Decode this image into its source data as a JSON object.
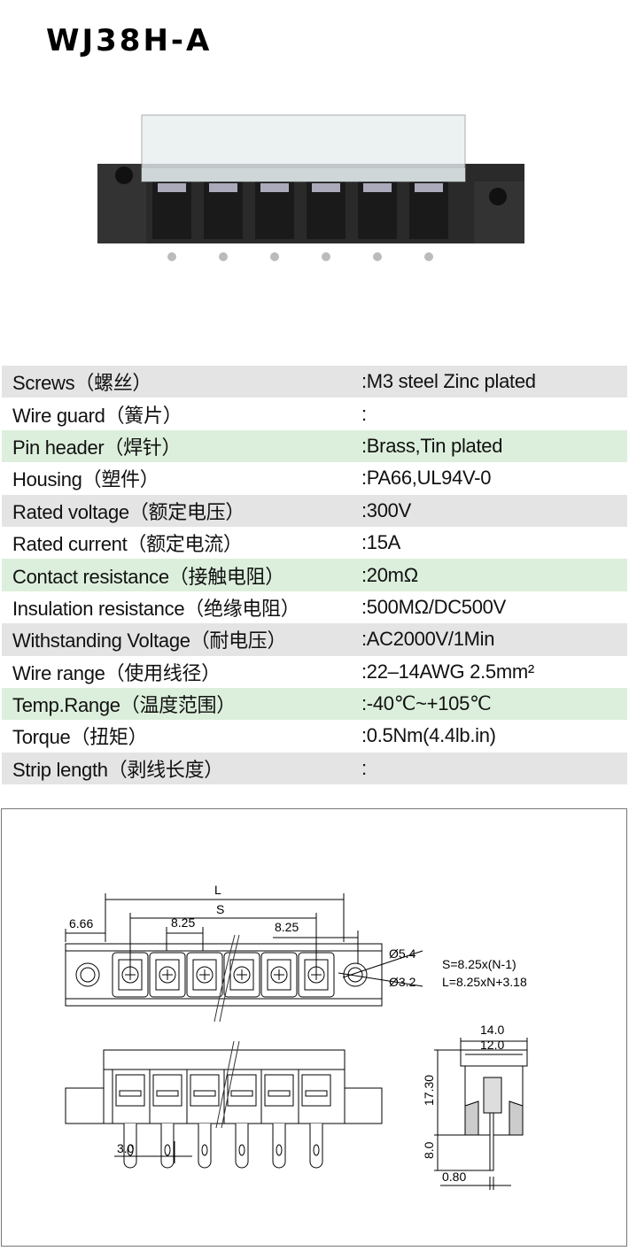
{
  "title": "WJ38H-A",
  "specs": [
    {
      "label": "Screws（螺丝）",
      "value": ":M3 steel Zinc plated",
      "bg": "gray"
    },
    {
      "label": "Wire guard（簧片）",
      "value": ":",
      "bg": "white"
    },
    {
      "label": "Pin header（焊针）",
      "value": ":Brass,Tin plated",
      "bg": "green"
    },
    {
      "label": "Housing（塑件）",
      "value": ":PA66,UL94V-0",
      "bg": "white"
    },
    {
      "label": "Rated voltage（额定电压）",
      "value": ":300V",
      "bg": "gray"
    },
    {
      "label": "Rated current（额定电流）",
      "value": ":15A",
      "bg": "white"
    },
    {
      "label": "Contact resistance（接触电阻）",
      "value": ":20mΩ",
      "bg": "green"
    },
    {
      "label": "Insulation resistance（绝缘电阻）",
      "value": ":500MΩ/DC500V",
      "bg": "white"
    },
    {
      "label": "Withstanding Voltage（耐电压）",
      "value": ":AC2000V/1Min",
      "bg": "gray"
    },
    {
      "label": "Wire range（使用线径）",
      "value": ":22–14AWG 2.5mm²",
      "bg": "white"
    },
    {
      "label": "Temp.Range（温度范围）",
      "value": ":-40℃~+105℃",
      "bg": "green"
    },
    {
      "label": "Torque（扭矩）",
      "value": ":0.5Nm(4.4lb.in)",
      "bg": "white"
    },
    {
      "label": "Strip length（剥线长度）",
      "value": ":",
      "bg": "gray"
    }
  ],
  "drawing": {
    "dim_L": "L",
    "dim_S": "S",
    "dim_666": "6.66",
    "dim_825a": "8.25",
    "dim_825b": "8.25",
    "dia54": "Ø5.4",
    "dia32": "Ø3.2",
    "formula_S": "S=8.25x(N-1)",
    "formula_L": "L=8.25xN+3.18",
    "dim_140": "14.0",
    "dim_120": "12.0",
    "dim_1730": "17.30",
    "dim_80": "8.0",
    "dim_080": "0.80",
    "dim_30": "3.0"
  },
  "colors": {
    "gray_row": "#e4e4e4",
    "green_row": "#dcefdc"
  }
}
